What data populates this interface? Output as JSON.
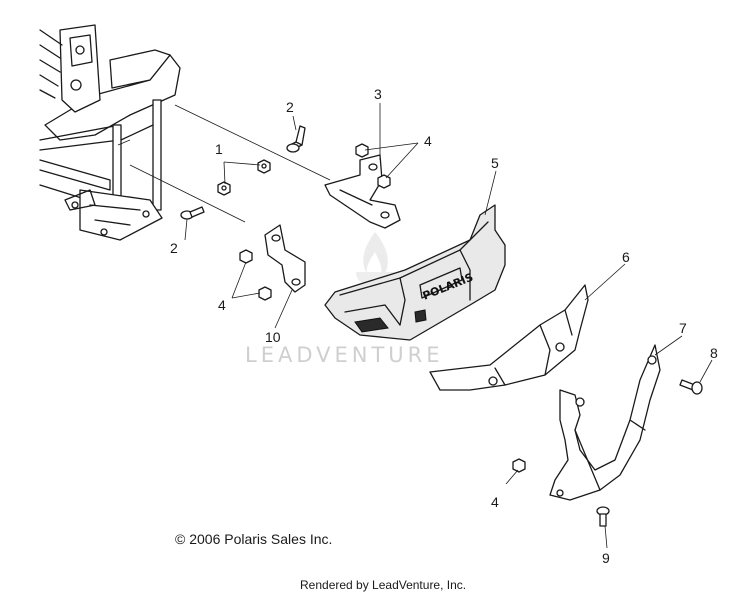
{
  "callouts": [
    "1",
    "2",
    "2",
    "3",
    "4",
    "4",
    "4",
    "5",
    "6",
    "7",
    "8",
    "9",
    "10"
  ],
  "watermark": "LEADVENTURE",
  "logo_lettering": "POLARIS",
  "copyright": "© 2006 Polaris Sales Inc.",
  "rendered_by": "Rendered by LeadVenture, Inc."
}
